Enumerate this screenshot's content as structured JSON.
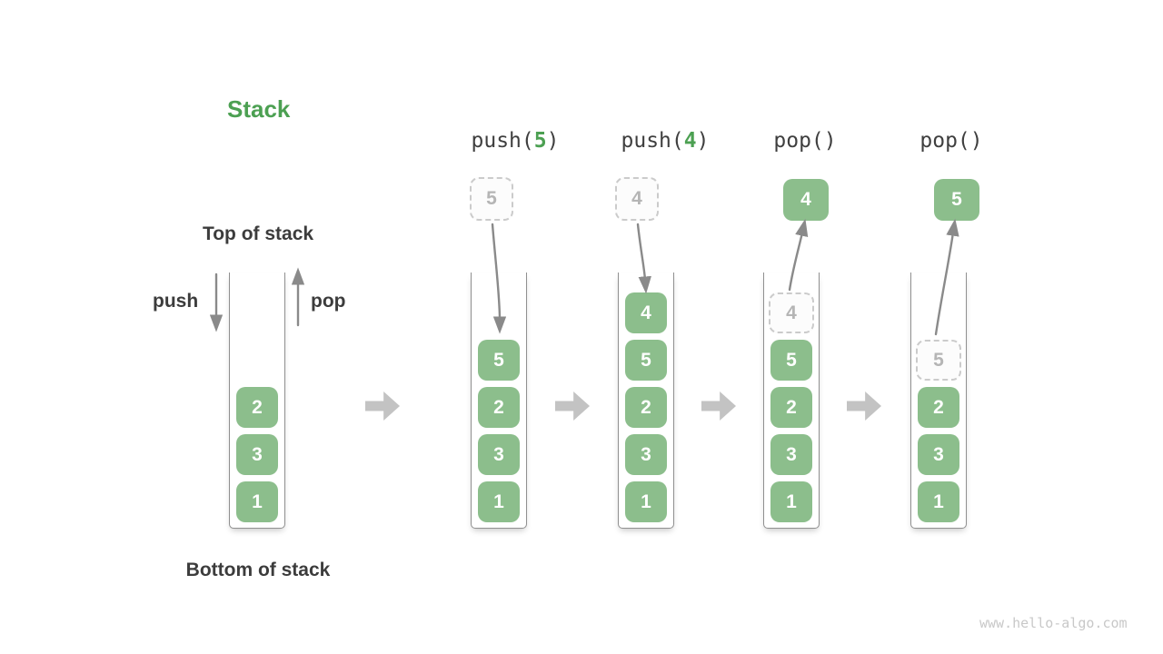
{
  "title": "Stack",
  "labels": {
    "top_of_stack": "Top of stack",
    "bottom_of_stack": "Bottom of stack",
    "push": "push",
    "pop": "pop"
  },
  "operations": [
    {
      "name": "push-5",
      "pre": "push(",
      "arg": "5",
      "post": ")"
    },
    {
      "name": "push-4",
      "pre": "push(",
      "arg": "4",
      "post": ")"
    },
    {
      "name": "pop-first",
      "pre": "pop()",
      "arg": "",
      "post": ""
    },
    {
      "name": "pop-second",
      "pre": "pop()",
      "arg": "",
      "post": ""
    }
  ],
  "stacks": [
    {
      "id": "initial",
      "items": [
        "2",
        "3",
        "1"
      ]
    },
    {
      "id": "after-push-5",
      "items": [
        "5",
        "2",
        "3",
        "1"
      ],
      "incoming": {
        "value": "5"
      }
    },
    {
      "id": "after-push-4",
      "items": [
        "4",
        "5",
        "2",
        "3",
        "1"
      ],
      "incoming": {
        "value": "4"
      }
    },
    {
      "id": "after-pop-4",
      "items": [
        "5",
        "2",
        "3",
        "1"
      ],
      "removed_ghost": "4",
      "popped": {
        "value": "4"
      }
    },
    {
      "id": "after-pop-5",
      "items": [
        "2",
        "3",
        "1"
      ],
      "removed_ghost": "5",
      "popped": {
        "value": "5"
      }
    }
  ],
  "watermark": "www.hello-algo.com",
  "colors": {
    "accent_green": "#4CA052",
    "box_green": "#8CBE8C",
    "text_dark": "#3C3C3C",
    "code_text": "#3F3F3F",
    "ghost_border": "#CBCBCB",
    "ghost_text": "#B5B5B5",
    "arrow_gray": "#8A8A8A",
    "block_arrow_gray": "#C3C3C3",
    "watermark_gray": "#C8C8C8",
    "vessel_wall": "#909090"
  }
}
